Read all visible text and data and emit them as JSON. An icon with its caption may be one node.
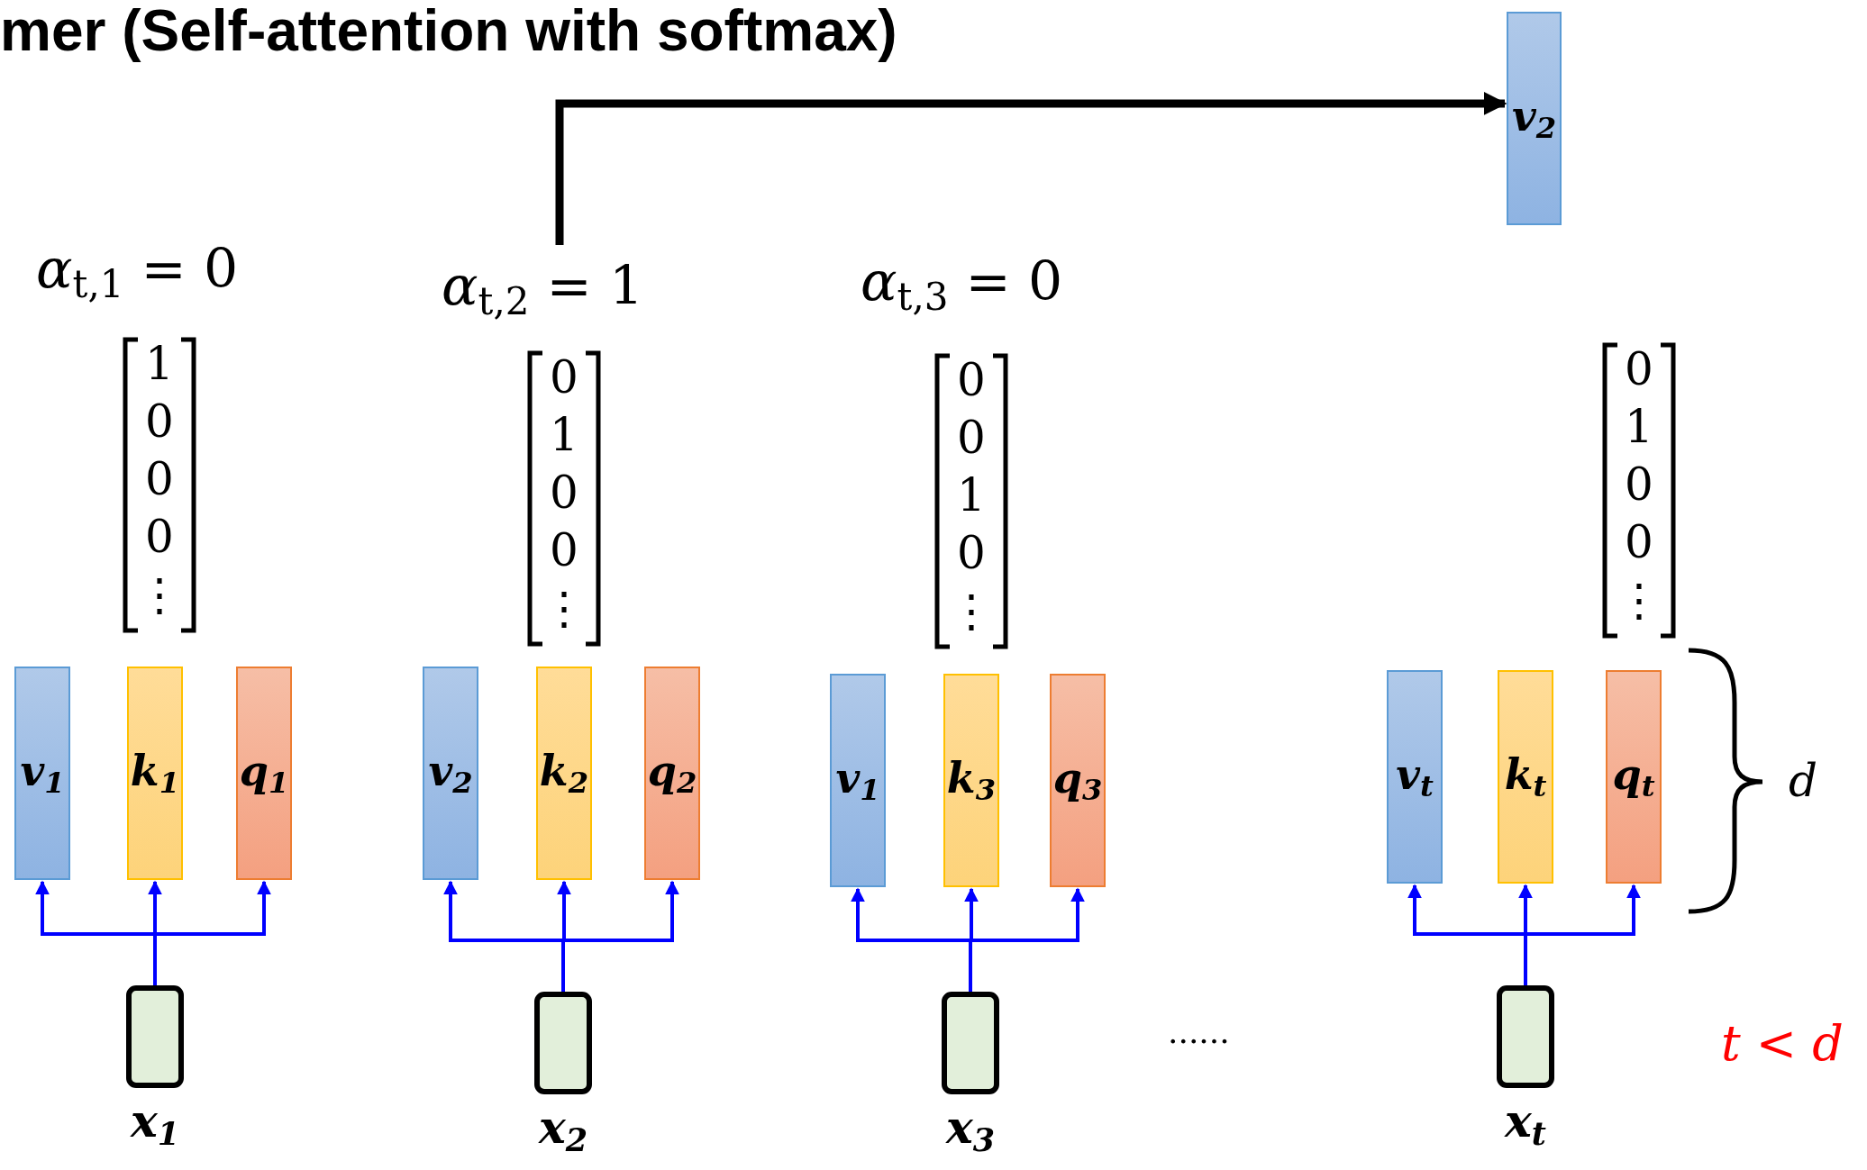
{
  "diagram": {
    "title": "mer (Self-attention with softmax)",
    "nodes": [
      {
        "text": [
          "v$_{2}$"
        ]
      },
      {
        "text": [
          "*α*$_{t,2}$ = 1"
        ]
      },
      {
        "text": [
          "v$_{1}$"
        ]
      },
      {
        "text": [
          "k$_{1}$"
        ]
      },
      {
        "text": [
          "q$_{1}$"
        ]
      },
      {
        "text": [],
        "shape": "box",
        "beside": [
          "x$_{1}$"
        ]
      },
      {
        "text": [
          "v$_{2}$"
        ]
      },
      {
        "text": [
          "k$_{2}$"
        ]
      },
      {
        "text": [
          "q$_{2}$"
        ]
      },
      {
        "text": [],
        "shape": "box",
        "beside": [
          "x$_{2}$"
        ]
      },
      {
        "text": [
          "v$_{1}$"
        ]
      },
      {
        "text": [
          "k$_{3}$"
        ]
      },
      {
        "text": [
          "q$_{3}$"
        ]
      },
      {
        "text": [],
        "shape": "box",
        "beside": [
          "x$_{3}$"
        ]
      },
      {
        "text": [
          "v$_{t}$"
        ]
      },
      {
        "text": [
          "k$_{t}$"
        ]
      },
      {
        "text": [
          "q$_{t}$"
        ]
      },
      {
        "text": [],
        "shape": "box",
        "beside": [
          "x$_{t}$"
        ]
      }
    ],
    "edges": [
      {
        "from": 1,
        "to": 0,
        "arrow": "to",
        "style": "thick",
        "color": "#000000"
      },
      {
        "from": 5,
        "to": 2,
        "arrow": "to"
      },
      {
        "from": 5,
        "to": 3,
        "arrow": "to"
      },
      {
        "from": 5,
        "to": 4,
        "arrow": "to"
      },
      {
        "from": 9,
        "to": 6,
        "arrow": "to"
      },
      {
        "from": 9,
        "to": 7,
        "arrow": "to"
      },
      {
        "from": 9,
        "to": 8,
        "arrow": "to"
      },
      {
        "from": 13,
        "to": 10,
        "arrow": "to"
      },
      {
        "from": 13,
        "to": 11,
        "arrow": "to"
      },
      {
        "from": 13,
        "to": 12,
        "arrow": "to"
      },
      {
        "from": 17,
        "to": 14,
        "arrow": "to"
      },
      {
        "from": 17,
        "to": 15,
        "arrow": "to"
      },
      {
        "from": 17,
        "to": 16,
        "arrow": "to"
      }
    ],
    "labels": [
      "*α*$_{t,1}$ = 0",
      "*α*$_{t,3}$ = 0",
      "1",
      "0",
      "0",
      "0",
      "⋮",
      "0",
      "1",
      "0",
      "0",
      "⋮",
      "0",
      "0",
      "1",
      "0",
      "⋮",
      "0",
      "1",
      "0",
      "0",
      "⋮",
      "d",
      "......",
      "*t* < *d*"
    ]
  }
}
